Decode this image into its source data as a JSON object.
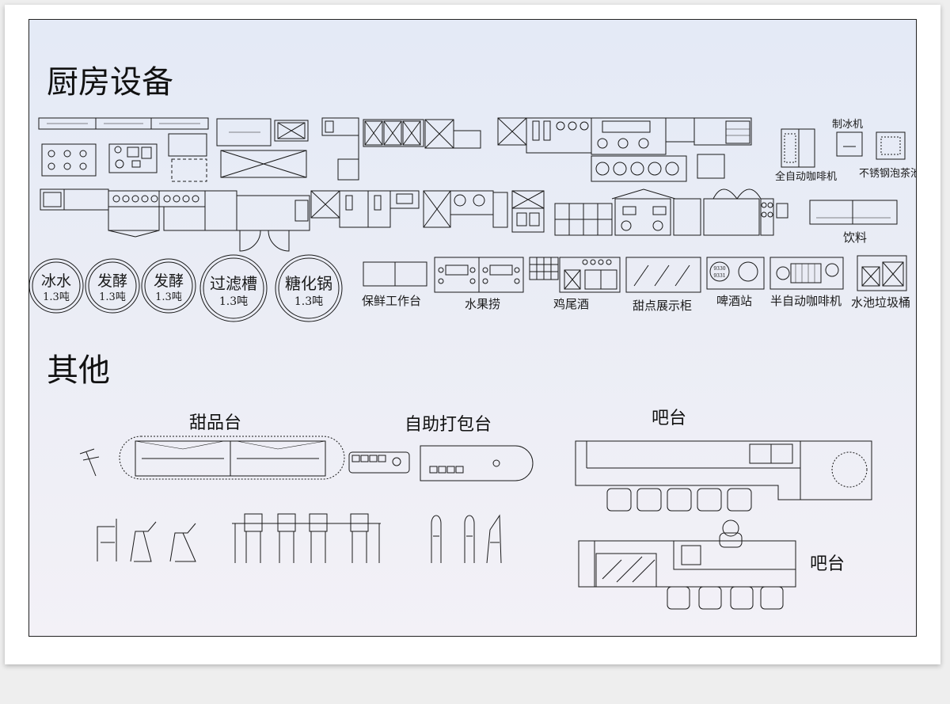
{
  "sections": {
    "kitchen_title": "厨房设备",
    "other_title": "其他"
  },
  "labels": {
    "ice_machine": "制冰机",
    "full_auto_coffee": "全自动咖啡机",
    "ss_sink": "不锈钢泡茶池",
    "drinks": "饮料",
    "fresh_table": "保鲜工作台",
    "fruit": "水果捞",
    "cocktail": "鸡尾酒",
    "dessert_cabinet": "甜点展示柜",
    "beer_station": "啤酒站",
    "semi_auto_coffee": "半自动咖啡机",
    "sink_trash": "水池垃圾桶",
    "dessert_counter": "甜品台",
    "self_pack": "自助打包台",
    "bar1": "吧台",
    "bar2": "吧台"
  },
  "tanks": [
    {
      "name": "冰水",
      "capacity": "1.3吨"
    },
    {
      "name": "发酵",
      "capacity": "1.3吨"
    },
    {
      "name": "发酵",
      "capacity": "1.3吨"
    },
    {
      "name": "过滤槽",
      "capacity": "1.3吨"
    },
    {
      "name": "糖化锅",
      "capacity": "1.3吨"
    }
  ],
  "beer_numbers": [
    "9330",
    "9331"
  ],
  "colors": {
    "line": "#1a1a1a",
    "background_top": "#e4eaf6",
    "background_bottom": "#f3f1f7"
  }
}
